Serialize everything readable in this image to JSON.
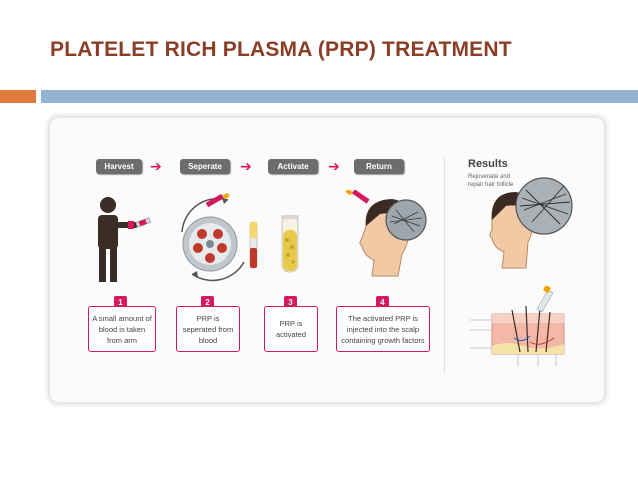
{
  "slide": {
    "title": "PLATELET RICH PLASMA  (PRP)  TREATMENT"
  },
  "steps": [
    {
      "label": "Harvest",
      "number": "1",
      "description": "A small amount of blood is taken from arm"
    },
    {
      "label": "Seperate",
      "number": "2",
      "description": "PRP is seperated from blood"
    },
    {
      "label": "Activate",
      "number": "3",
      "description": "PRP is activated"
    },
    {
      "label": "Return",
      "number": "4",
      "description": "The activated PRP is injected into the scalp containing growth factors"
    }
  ],
  "results": {
    "title": "Results",
    "subtitle": "Rejuvenate and repair hair follicle"
  },
  "colors": {
    "title": "#8a3e25",
    "accent_orange": "#e07b3d",
    "accent_blue": "#93b3d3",
    "magenta": "#d4195f",
    "button_gray": "#6d6d6d"
  },
  "icons": [
    "person-arm-icon",
    "syringe-icon",
    "centrifuge-icon",
    "test-tube-icon",
    "head-profile-icon",
    "skin-cross-section-icon"
  ]
}
